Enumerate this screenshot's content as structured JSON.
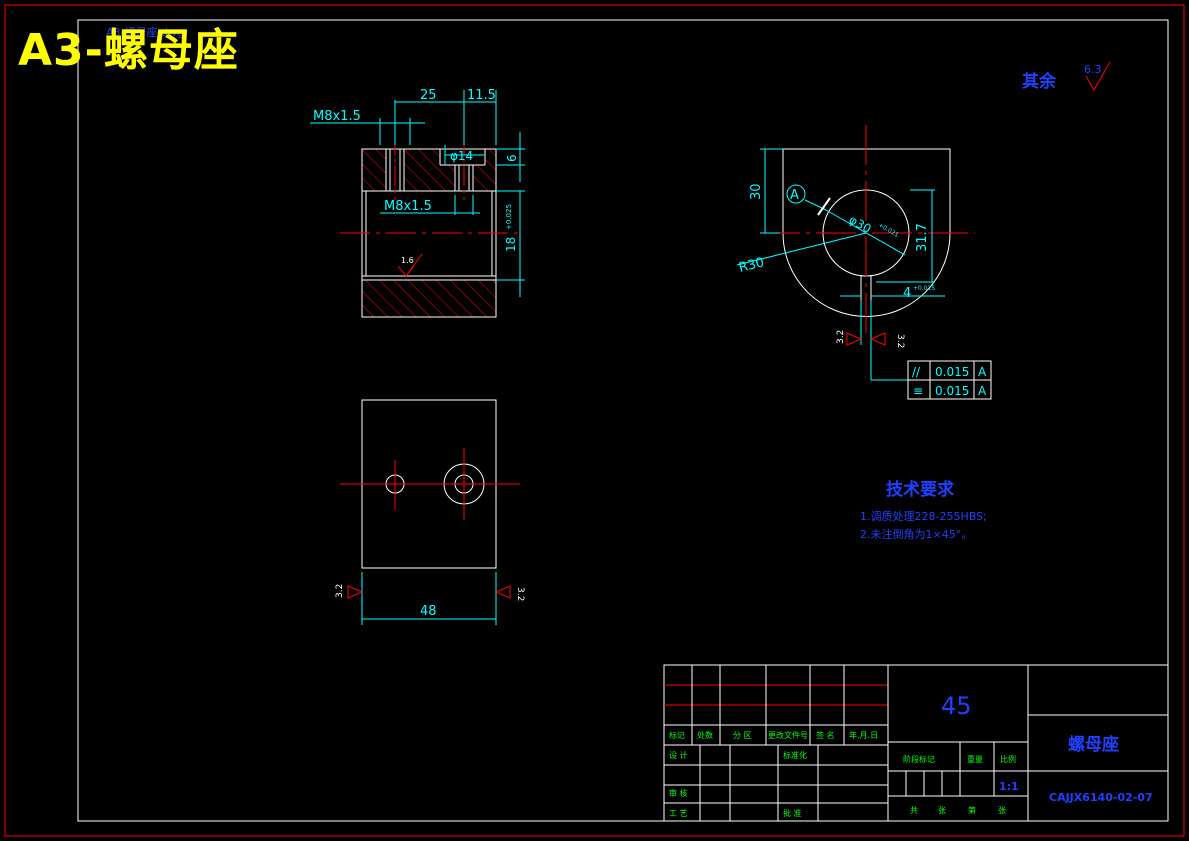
{
  "title": "A3-螺母座",
  "title_overlay": "A3-螺母座.dwg",
  "roughness_other": {
    "label": "其余",
    "value": "6.3"
  },
  "front_view": {
    "dim_m8_top": "M8x1.5",
    "dim_25": "25",
    "dim_11_5": "11.5",
    "dim_phi4": "φ14",
    "dim_6": "6",
    "dim_m8_mid": "M8x1.5",
    "dim_18": "18",
    "dim_18_tol": "+0.025",
    "rough_1_6": "1.6"
  },
  "side_view": {
    "datum": "A",
    "dim_30": "30",
    "dim_phi30": "φ30",
    "dim_phi30_tol": "+0.021",
    "dim_r30": "R30",
    "dim_31_7": "31.7",
    "dim_4": "4",
    "dim_4_tol": "+0.025",
    "rough_left": "3.2",
    "rough_right": "3.2",
    "tolerances": [
      {
        "symbol": "//",
        "value": "0.015",
        "datum": "A"
      },
      {
        "symbol": "≡",
        "value": "0.015",
        "datum": "A"
      }
    ]
  },
  "top_view": {
    "dim_48": "48",
    "rough_left": "3.2",
    "rough_right": "3.2"
  },
  "tech_requirements": {
    "title": "技术要求",
    "items": [
      "1.调质处理228-255HBS;",
      "2.未注倒角为1×45°。"
    ]
  },
  "title_block": {
    "material": "45",
    "part_name": "螺母座",
    "drawing_no": "CAJJX6140-02-07",
    "scale": "1:1",
    "header_labels": [
      "标记",
      "处数",
      "分 区",
      "更改文件号",
      "签 名",
      "年.月.日"
    ],
    "row_labels": [
      "设 计",
      "审 核",
      "工 艺"
    ],
    "standardize": "标准化",
    "approve": "批 准",
    "stage_labels": [
      "阶段标记",
      "重量",
      "比例"
    ],
    "sheet_labels": [
      "共",
      "张",
      "第",
      "张"
    ]
  },
  "colors": {
    "frame": "#ff0000",
    "border": "#ffffff",
    "dim": "#00ffff",
    "text": "#2040ff",
    "title": "#ffff00",
    "center": "#ff0000",
    "hatch": "#ff0000",
    "green": "#00ff00"
  }
}
